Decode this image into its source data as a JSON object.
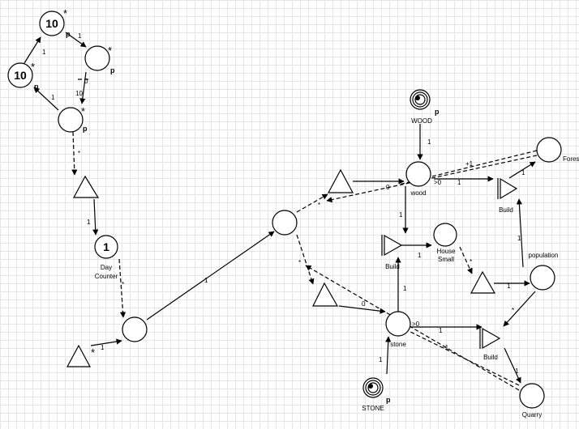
{
  "colors": {
    "wood": "#f2e600",
    "stone": "#e67e22",
    "population": "#e53935",
    "line": "#000000",
    "grid": "#e6e6e6"
  },
  "labels": {
    "counter_top": "10",
    "counter_left": "10",
    "day_counter_value": "1",
    "day_counter_name": "Day\nCounter",
    "wood_source": "WOOD",
    "wood_pool": "wood",
    "stone_source": "STONE",
    "stone_pool": "stone",
    "population": "population",
    "house_small": "House\nSmall",
    "build_top": "Build",
    "build_mid": "Build",
    "build_bottom": "Build",
    "forest": "Fores",
    "quarry": "Quarry",
    "star": "*",
    "p": "p"
  },
  "edge_labels": {
    "one": "1",
    "ten": "10",
    "zero": "0",
    "gt0": ">0",
    "plus1": "+1",
    "minus1": "-1",
    "star": "*"
  }
}
